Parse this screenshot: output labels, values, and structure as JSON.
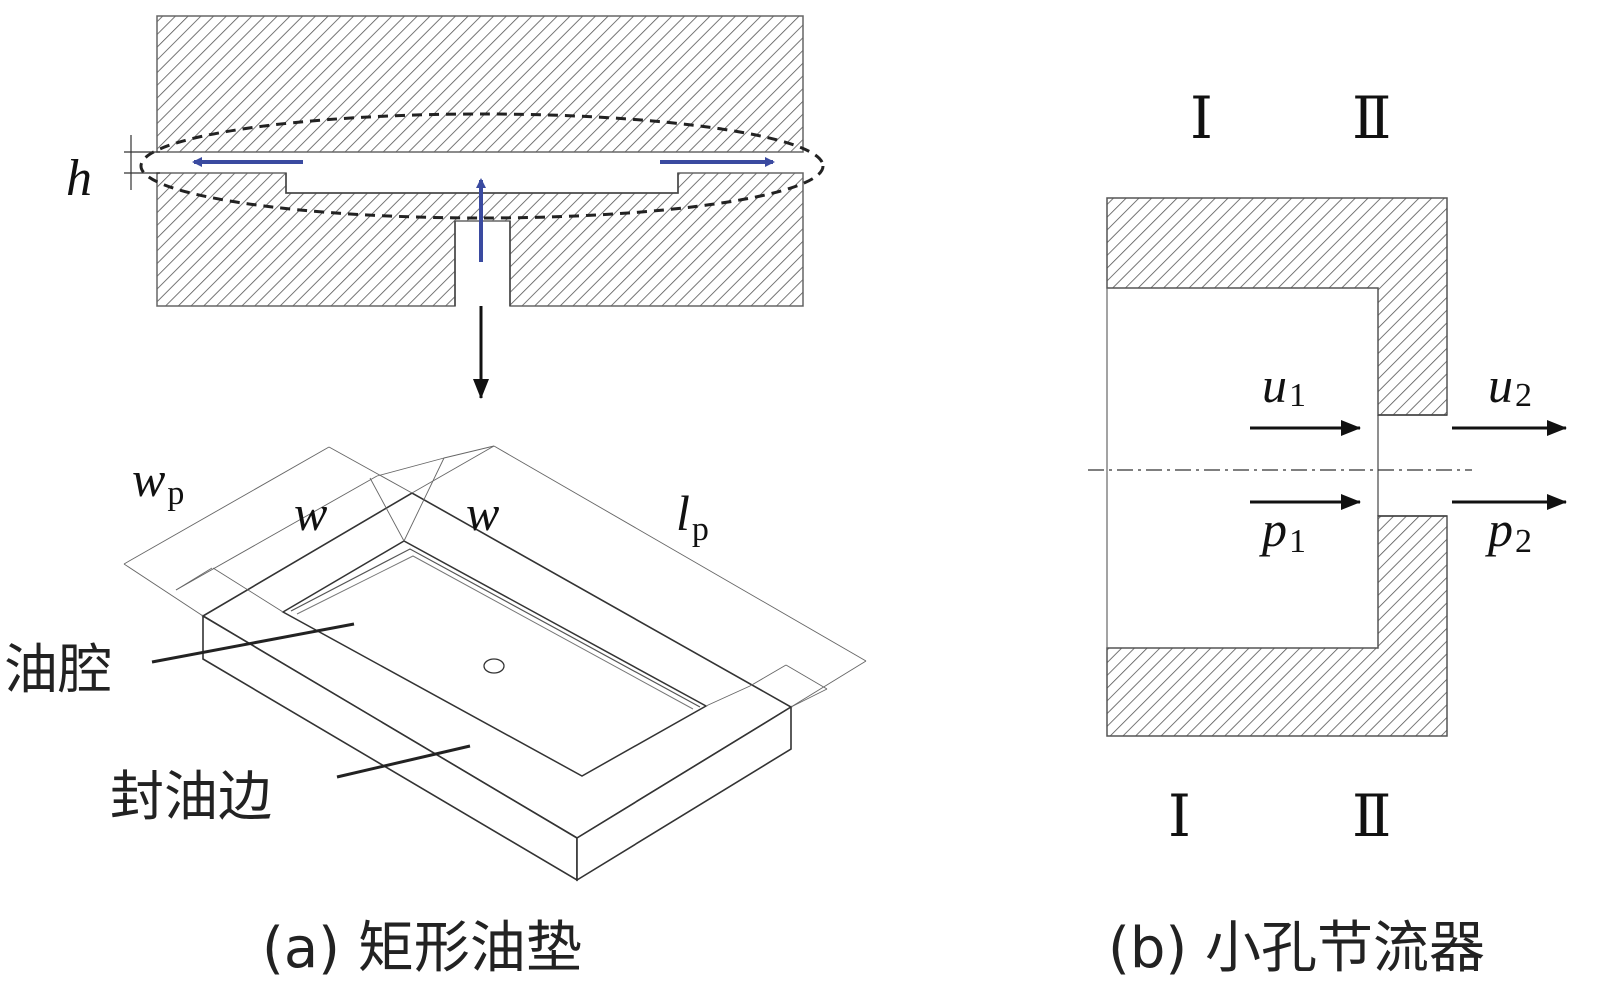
{
  "panel_a": {
    "caption": "(a) 矩形油垫",
    "gap_symbol": "h",
    "width_symbol": "w",
    "width_subscript": "p",
    "land_symbol": "w",
    "length_symbol": "l",
    "length_subscript": "p",
    "recess_label": "油腔",
    "land_label": "封油边"
  },
  "panel_b": {
    "caption": "(b) 小孔节流器",
    "section_1": "Ⅰ",
    "section_2": "Ⅱ",
    "velocity_1": "u",
    "velocity_1_sub": "1",
    "velocity_2": "u",
    "velocity_2_sub": "2",
    "pressure_1": "p",
    "pressure_1_sub": "1",
    "pressure_2": "p",
    "pressure_2_sub": "2"
  },
  "colors": {
    "flow_arrow": "#3a4aa0",
    "line": "#222222",
    "hatch": "#555555"
  }
}
